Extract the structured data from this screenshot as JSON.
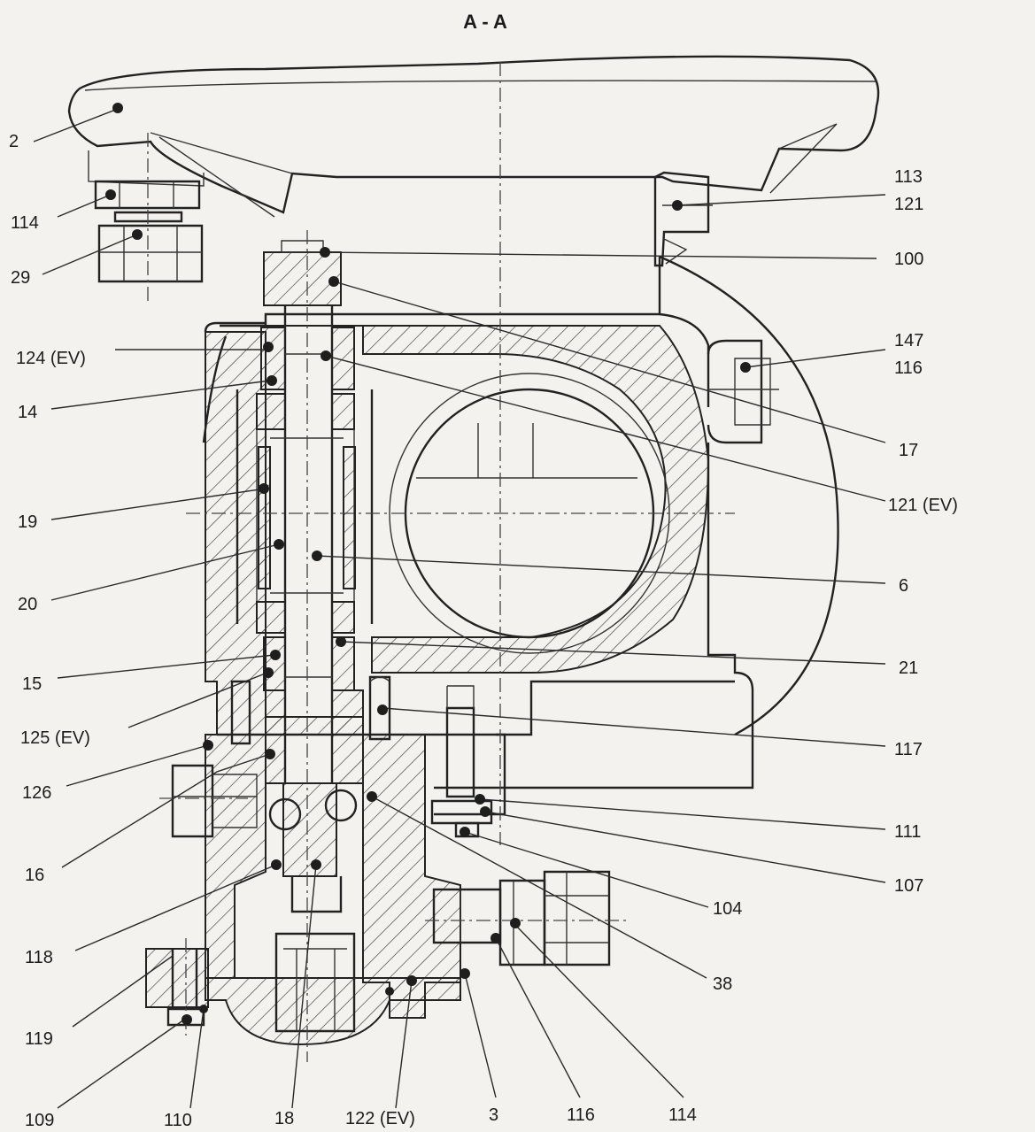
{
  "title": "A - A",
  "labels": {
    "l2": "2",
    "l114a": "114",
    "l29": "29",
    "l124ev": "124 (EV)",
    "l14": "14",
    "l19": "19",
    "l20": "20",
    "l15": "15",
    "l125ev": "125 (EV)",
    "l126": "126",
    "l16": "16",
    "l118": "118",
    "l119": "119",
    "l109": "109",
    "l110": "110",
    "l18": "18",
    "l122ev": "122 (EV)",
    "l3": "3",
    "l116b": "116",
    "l114b": "114",
    "l113": "113",
    "l121": "121",
    "l100": "100",
    "l147": "147",
    "l116a": "116",
    "l17": "17",
    "l121ev": "121 (EV)",
    "l6": "6",
    "l21": "21",
    "l117": "117",
    "l111": "111",
    "l107": "107",
    "l104": "104",
    "l38": "38"
  }
}
